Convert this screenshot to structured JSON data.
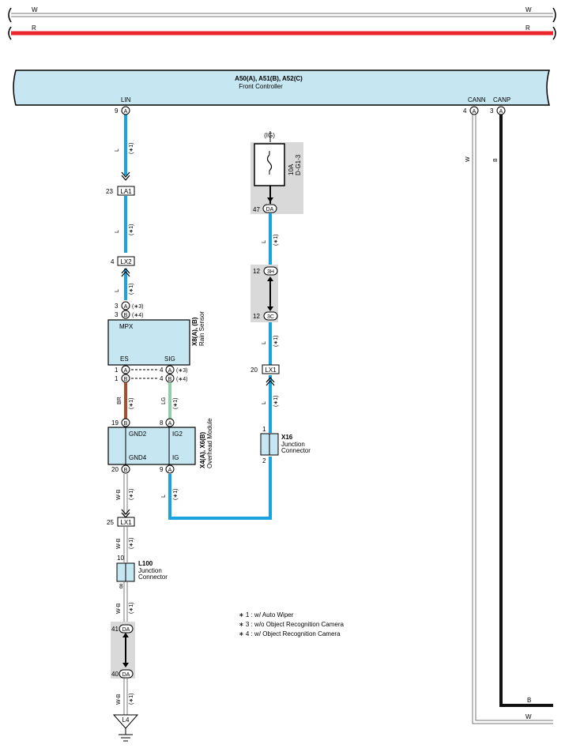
{
  "colors": {
    "blue": "#1aa3e0",
    "red": "#e8262b",
    "brown": "#a8502e",
    "green": "#8fd1a6",
    "black": "#111111",
    "gray_box": "#d9d9da",
    "comp_fill": "#c6e6f2"
  },
  "buses": {
    "w_left": "W",
    "w_right": "W",
    "r_left": "R",
    "r_right": "R"
  },
  "front_controller": {
    "title": "A50(A), A51(B), A52(C)",
    "subtitle": "Front Controller",
    "lin": "LIN",
    "lin_pin": "9",
    "lin_conn": "A",
    "cann": "CANN",
    "cann_pin": "4",
    "cann_conn": "A",
    "canp": "CANP",
    "canp_pin": "3",
    "canp_conn": "A"
  },
  "can_wires": {
    "w_label": "W",
    "b_label": "B",
    "b_bottom": "B",
    "w_bottom": "W"
  },
  "fuse": {
    "ig": "(IG)",
    "rating": "10A",
    "location": "D-G1-3",
    "pin": "47",
    "conn": "DA"
  },
  "splice_3h": {
    "pin_top": "12",
    "conn_top": "3H",
    "pin_bot": "12",
    "conn_bot": "3C"
  },
  "lx1_right": {
    "pin": "20",
    "label": "LX1"
  },
  "x16": {
    "title": "X16",
    "line1": "Junction",
    "line2": "Connector",
    "pin_top": "1",
    "pin_bot": "2"
  },
  "wire_labels": {
    "l": "L",
    "star1": "(∗1)",
    "br": "BR",
    "lg": "LG",
    "wb": "W-B"
  },
  "la1": {
    "pin": "23",
    "label": "LA1"
  },
  "lx2": {
    "pin": "4",
    "label": "LX2"
  },
  "rain_sensor": {
    "title": "X8(A), (B)",
    "subtitle": "Rain Sensor",
    "mpx": "MPX",
    "es": "ES",
    "sig": "SIG",
    "pin3": "3",
    "pin3_conn": "A",
    "pin3_note": "(∗3)",
    "pin3b": "3",
    "pin3b_conn": "B",
    "pin3b_note": "(∗4)",
    "es_pin_a": "1",
    "es_conn_a": "A",
    "es_pin_b": "1",
    "es_conn_b": "B",
    "sig_pin_a": "4",
    "sig_conn_a": "A",
    "sig_note_a": "(∗3)",
    "sig_pin_b": "4",
    "sig_conn_b": "B",
    "sig_note_b": "(∗4)"
  },
  "overhead_module": {
    "title": "X4(A), X6(B)",
    "subtitle": "Overhead Module",
    "gnd2": "GND2",
    "gnd4": "GND4",
    "ig2": "IG2",
    "ig": "IG",
    "gnd2_pin": "19",
    "gnd2_conn": "B",
    "ig2_pin": "8",
    "ig2_conn": "A",
    "gnd4_pin": "20",
    "gnd4_conn": "B",
    "ig_pin": "9",
    "ig_conn": "A"
  },
  "lx1_left": {
    "pin": "25",
    "label": "LX1"
  },
  "l100": {
    "title": "L100",
    "line1": "Junction",
    "line2": "Connector",
    "pin_top": "10",
    "pin_bot": "8"
  },
  "splice_da": {
    "pin_top": "41",
    "conn_top": "DA",
    "pin_bot": "40",
    "conn_bot": "DA"
  },
  "ground": {
    "label": "L4"
  },
  "notes": [
    "∗ 1 : w/ Auto Wiper",
    "∗ 3 : w/o Object Recognition Camera",
    "∗ 4 : w/ Object Recognition Camera"
  ]
}
